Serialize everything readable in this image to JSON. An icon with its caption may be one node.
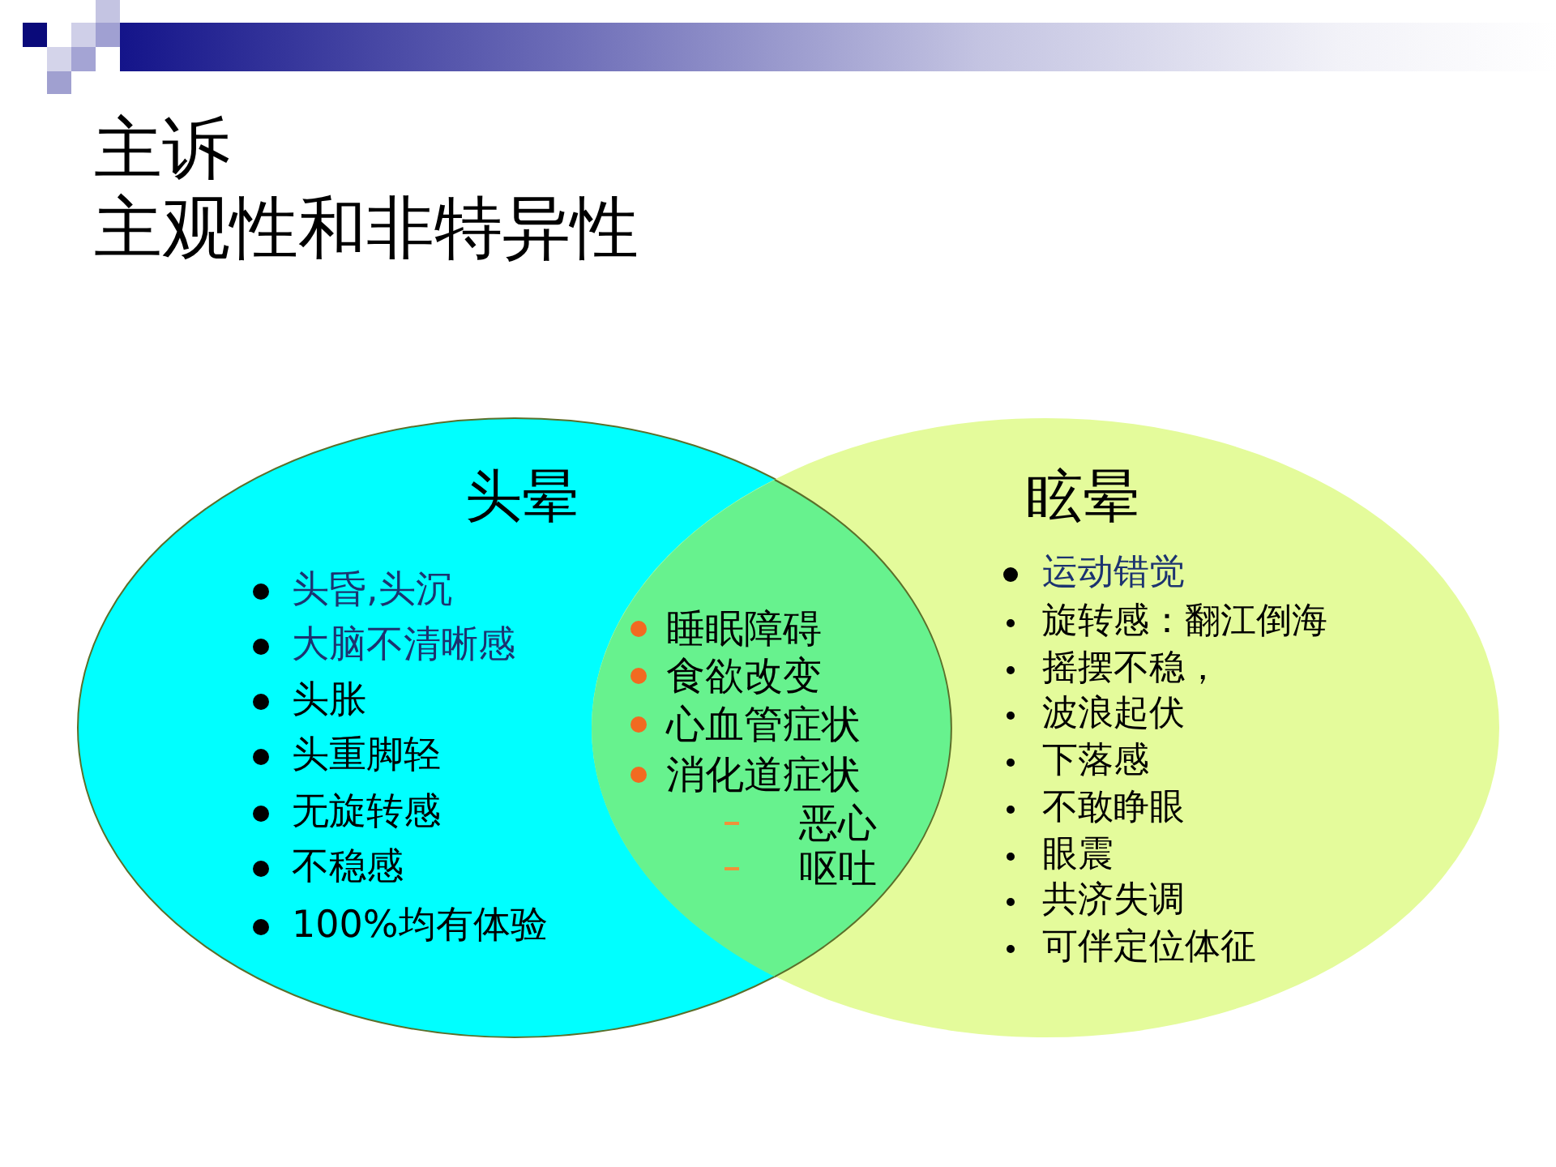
{
  "diagram": {
    "title": "主诉",
    "nodes": [
      {
        "text": [
          "头晕",
          "头昏,头沉",
          "大脑不清晰感",
          "头胀",
          "头重脚轻",
          "无旋转感",
          "不稳感",
          "100%均有体验"
        ]
      },
      {
        "text": [
          "眩晕",
          "运动错觉",
          "旋转感：翻江倒海",
          "摇摆不稳，",
          "波浪起伏",
          "下落感",
          "不敢睁眼",
          "眼震",
          "共济失调",
          "可伴定位体征"
        ]
      },
      {
        "text": [
          "睡眠障碍",
          "食欲改变",
          "心血管症状",
          "消化道症状",
          "恶心",
          "呕吐"
        ]
      }
    ],
    "labels": [
      "主观性和非特异性"
    ]
  }
}
